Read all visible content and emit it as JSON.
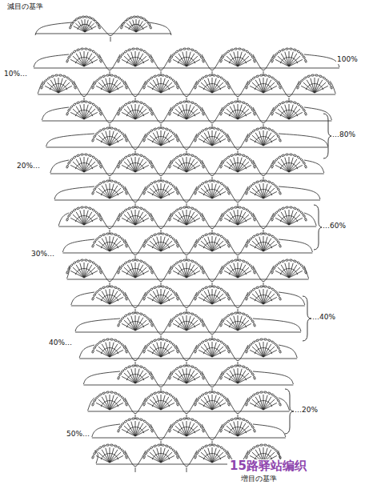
{
  "diagram": {
    "labels": [
      "減目の基準",
      "100%",
      "10%…",
      "…80%",
      "20%…",
      "…60%",
      "30%…",
      "…40%",
      "40%…",
      "…20%",
      "50%…",
      "増目の基準",
      "15路驿站编织"
    ]
  }
}
